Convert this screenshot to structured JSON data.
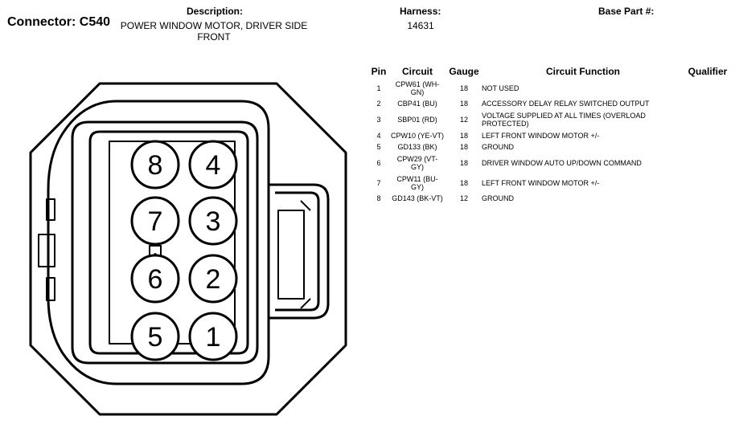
{
  "connector": {
    "label": "Connector: C540"
  },
  "description": {
    "label": "Description:",
    "line1": "POWER WINDOW MOTOR, DRIVER SIDE",
    "line2": "FRONT"
  },
  "harness": {
    "label": "Harness:",
    "value": "14631"
  },
  "base_part": {
    "label": "Base Part #:"
  },
  "table": {
    "headers": {
      "pin": "Pin",
      "circuit": "Circuit",
      "gauge": "Gauge",
      "function": "Circuit Function",
      "qualifier": "Qualifier"
    },
    "rows": [
      {
        "pin": "1",
        "circuit_1": "CPW61 (WH-",
        "circuit_2": "GN)",
        "gauge": "18",
        "func_1": "NOT USED",
        "func_2": ""
      },
      {
        "pin": "2",
        "circuit_1": "CBP41 (BU)",
        "circuit_2": "",
        "gauge": "18",
        "func_1": "ACCESSORY DELAY RELAY SWITCHED OUTPUT",
        "func_2": ""
      },
      {
        "pin": "3",
        "circuit_1": "SBP01 (RD)",
        "circuit_2": "",
        "gauge": "12",
        "func_1": "VOLTAGE SUPPLIED AT ALL TIMES (OVERLOAD",
        "func_2": "PROTECTED)"
      },
      {
        "pin": "4",
        "circuit_1": "CPW10 (YE-VT)",
        "circuit_2": "",
        "gauge": "18",
        "func_1": "LEFT FRONT WINDOW MOTOR +/-",
        "func_2": ""
      },
      {
        "pin": "5",
        "circuit_1": "GD133 (BK)",
        "circuit_2": "",
        "gauge": "18",
        "func_1": "GROUND",
        "func_2": ""
      },
      {
        "pin": "6",
        "circuit_1": "CPW29 (VT-",
        "circuit_2": "GY)",
        "gauge": "18",
        "func_1": "DRIVER WINDOW AUTO UP/DOWN COMMAND",
        "func_2": ""
      },
      {
        "pin": "7",
        "circuit_1": "CPW11 (BU-",
        "circuit_2": "GY)",
        "gauge": "18",
        "func_1": "LEFT FRONT WINDOW MOTOR +/-",
        "func_2": ""
      },
      {
        "pin": "8",
        "circuit_1": "GD143 (BK-VT)",
        "circuit_2": "",
        "gauge": "12",
        "func_1": "GROUND",
        "func_2": ""
      }
    ]
  },
  "diagram": {
    "pin_labels": {
      "p1": "1",
      "p2": "2",
      "p3": "3",
      "p4": "4",
      "p5": "5",
      "p6": "6",
      "p7": "7",
      "p8": "8"
    }
  }
}
